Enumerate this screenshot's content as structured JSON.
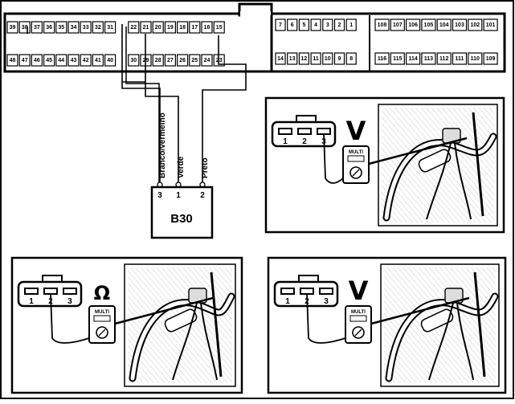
{
  "ecu": {
    "top_left_pins": [
      "39",
      "38",
      "37",
      "36",
      "35",
      "34",
      "33",
      "32",
      "31",
      "22",
      "21",
      "20",
      "19",
      "18",
      "17",
      "16",
      "15"
    ],
    "bottom_left_pins": [
      "48",
      "47",
      "46",
      "45",
      "44",
      "43",
      "42",
      "41",
      "40",
      "30",
      "29",
      "28",
      "27",
      "26",
      "25",
      "24",
      "23"
    ],
    "top_mid_pins": [
      "7",
      "6",
      "5",
      "4",
      "3",
      "2",
      "1"
    ],
    "bottom_mid_pins": [
      "14",
      "13",
      "12",
      "11",
      "10",
      "9",
      "8"
    ],
    "top_right_pins": [
      "108",
      "107",
      "106",
      "105",
      "104",
      "103",
      "102",
      "101"
    ],
    "bottom_right_pins": [
      "116",
      "115",
      "114",
      "113",
      "112",
      "111",
      "110",
      "109"
    ]
  },
  "wires": {
    "label_1": "Branco/vermelho",
    "label_2": "Verde",
    "label_3": "Preto"
  },
  "sensor": {
    "name": "B30",
    "pin_left": "3",
    "pin_mid": "1",
    "pin_right": "2"
  },
  "panels": [
    {
      "symbol": "V",
      "meter": "MULTI",
      "pins": [
        "1",
        "2",
        "3"
      ]
    },
    {
      "symbol": "Ω",
      "meter": "MULTI",
      "pins": [
        "1",
        "2",
        "3"
      ]
    },
    {
      "symbol": "V",
      "meter": "MULTI",
      "pins": [
        "1",
        "2",
        "3"
      ]
    }
  ]
}
